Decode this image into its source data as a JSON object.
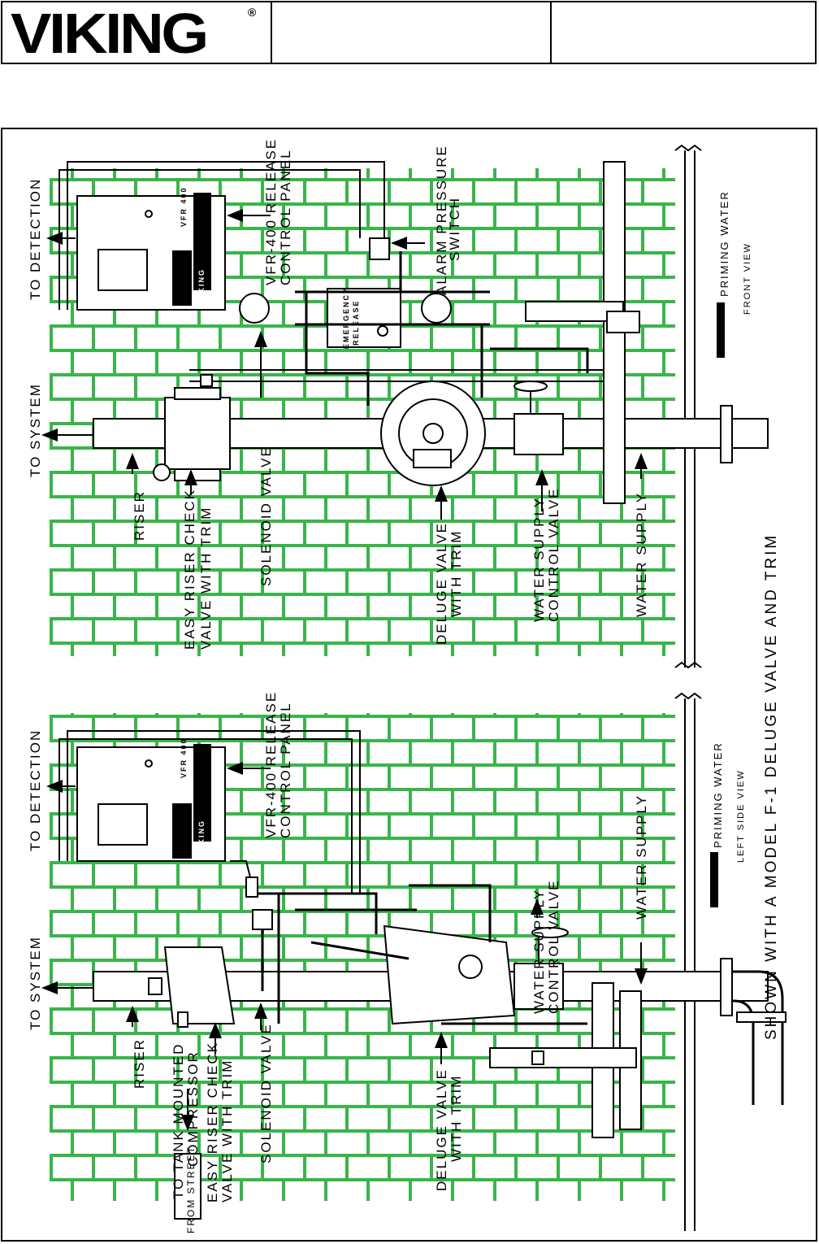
{
  "header": {
    "brand": "VIKING",
    "registered_mark": "®"
  },
  "front_view": {
    "labels": {
      "to_detection": "TO DETECTION",
      "to_system": "TO SYSTEM",
      "riser": "RISER",
      "easy_riser_1": "EASY RISER CHECK",
      "easy_riser_2": "VALVE WITH TRIM",
      "solenoid_valve": "SOLENOID VALVE",
      "vfr_1": "VFR-400 RELEASE",
      "vfr_2": "CONTROL PANEL",
      "alarm_1": "ALARM PRESSURE",
      "alarm_2": "SWITCH",
      "deluge_1": "DELUGE VALVE",
      "deluge_2": "WITH TRIM",
      "ws_control_1": "WATER SUPPLY",
      "ws_control_2": "CONTROL VALVE",
      "water_supply": "WATER SUPPLY",
      "priming_water": "PRIMING WATER",
      "view_name": "FRONT VIEW",
      "emergency_1": "EMERGENCY",
      "emergency_2": "RELEASE",
      "panel_model": "VFR 400",
      "panel_brand": "VIKING"
    }
  },
  "side_view": {
    "labels": {
      "to_detection": "TO DETECTION",
      "to_system": "TO SYSTEM",
      "riser": "RISER",
      "compressor_1": "TO TANK MOUNTED",
      "compressor_2": "COMPRESSOR",
      "easy_riser_1": "EASY RISER CHECK",
      "easy_riser_2": "VALVE WITH TRIM",
      "solenoid_valve": "SOLENOID VALVE",
      "vfr_1": "VFR-400 RELEASE",
      "vfr_2": "CONTROL PANEL",
      "deluge_1": "DELUGE VALVE",
      "deluge_2": "WITH TRIM",
      "ws_control_1": "WATER SUPPLY",
      "ws_control_2": "CONTROL VALVE",
      "water_supply": "WATER SUPPLY",
      "from_street": "FROM STREET",
      "priming_water": "PRIMING WATER",
      "view_name": "LEFT SIDE VIEW",
      "panel_model": "VFR 400",
      "panel_brand": "VIKING"
    }
  },
  "caption": "SHOWN WITH A MODEL F-1 DELUGE VALVE AND TRIM"
}
